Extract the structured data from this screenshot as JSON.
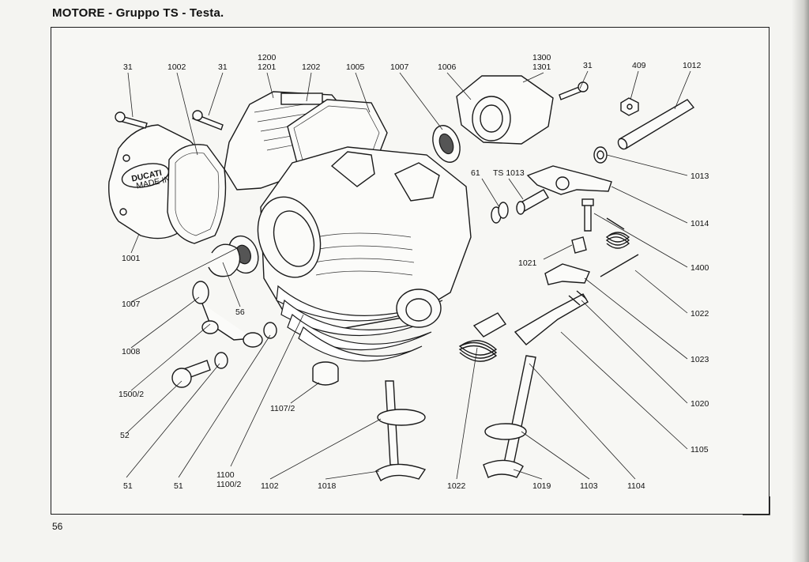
{
  "page": {
    "title": "MOTORE - Gruppo TS - Testa.",
    "page_number": "56"
  },
  "drawing": {
    "logo_text": "DUCATI",
    "logo_subtext": "MADE IN ITALY"
  },
  "labels": {
    "l31a": "31",
    "l1002": "1002",
    "l31b": "31",
    "l1200": "1200",
    "l1201": "1201",
    "l1202": "1202",
    "l1005": "1005",
    "l1007top": "1007",
    "l1006": "1006",
    "l1300": "1300",
    "l1301": "1301",
    "l31c": "31",
    "l409": "409",
    "l1012": "1012",
    "l1013r": "1013",
    "l61": "61",
    "lts1013": "TS 1013",
    "l1014": "1014",
    "l1400": "1400",
    "l1021": "1021",
    "l1022r": "1022",
    "l1023": "1023",
    "l1020": "1020",
    "l1105": "1105",
    "l1001": "1001",
    "l1007l": "1007",
    "l56": "56",
    "l1008": "1008",
    "l1500": "1500/2",
    "l52": "52",
    "l1107": "1107/2",
    "l51a": "51",
    "l51b": "51",
    "l1100": "1100",
    "l1100b": "1100/2",
    "l1102": "1102",
    "l1018": "1018",
    "l1022b": "1022",
    "l1019": "1019",
    "l1103": "1103",
    "l1104": "1104"
  }
}
